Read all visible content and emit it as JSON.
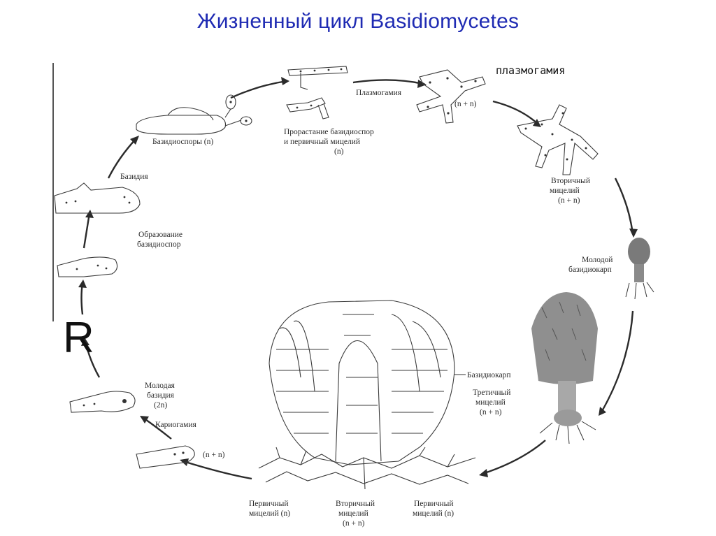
{
  "title": "Жизненный цикл Basidiomycetes",
  "annotation": "плазмогамия",
  "handwritten_mark": "R",
  "labels": {
    "basidiospores": "Базидиоспоры (n)",
    "germination_1": "Прорастание базидиоспор",
    "germination_2": "и первичный мицелий",
    "germination_3": "(n)",
    "plasmogamy": "Плазмогамия",
    "plasmogamy_nn": "(n + n)",
    "secondary_1": "Вторичный",
    "secondary_2": "мицелий",
    "secondary_3": "(n + n)",
    "young_basidiocarp_1": "Молодой",
    "young_basidiocarp_2": "базидиокарп",
    "basidiocarp": "Базидиокарп",
    "tertiary_1": "Третичный",
    "tertiary_2": "мицелий",
    "tertiary_3": "(n + n)",
    "primary_right_1": "Первичный",
    "primary_right_2": "мицелий (n)",
    "secondary_bottom_1": "Вторичный",
    "secondary_bottom_2": "мицелий",
    "secondary_bottom_3": "(n + n)",
    "primary_left_1": "Первичный",
    "primary_left_2": "мицелий (n)",
    "cell_nn": "(n + n)",
    "karyogamy": "Кариогамия",
    "young_basidium_1": "Молодая",
    "young_basidium_2": "базидия",
    "young_basidium_3": "(2n)",
    "basidium": "Базидия",
    "formation_1": "Образование",
    "formation_2": "базидиоспор"
  }
}
